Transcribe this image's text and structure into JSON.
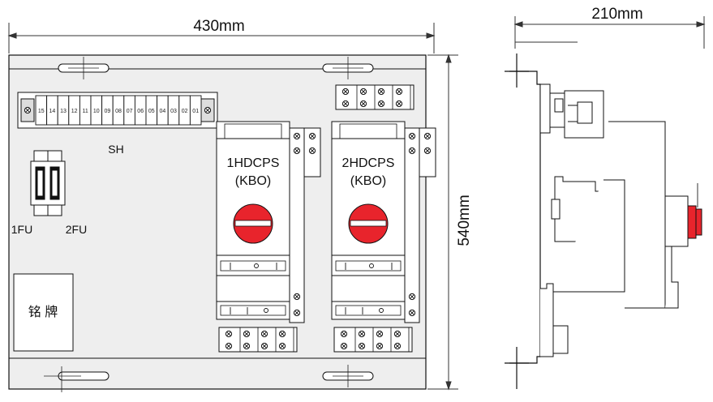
{
  "front_view": {
    "width_dim": "430mm",
    "height_dim": "540mm",
    "terminal_strip_label": "SH",
    "terminal_numbers": [
      "15",
      "14",
      "13",
      "12",
      "11",
      "10",
      "09",
      "08",
      "07",
      "06",
      "05",
      "04",
      "03",
      "02",
      "01"
    ],
    "fuse_labels": [
      "1FU",
      "2FU"
    ],
    "nameplate": "铭  牌",
    "devices": [
      {
        "line1": "1HDCPS",
        "line2": "(KBO)"
      },
      {
        "line1": "2HDCPS",
        "line2": "(KBO)"
      }
    ]
  },
  "side_view": {
    "depth_dim": "210mm"
  },
  "colors": {
    "panel": "#eeeeee",
    "line": "#111111",
    "knob": "#e8242c",
    "dimension": "#333333"
  }
}
